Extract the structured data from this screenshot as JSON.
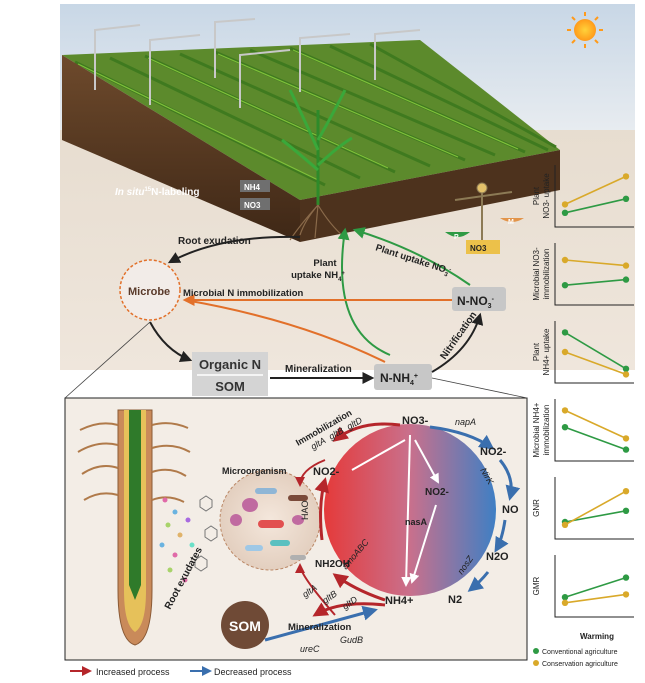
{
  "top": {
    "insitu": "In situ",
    "n15": "15",
    "labeling": "N-labeling",
    "nh4_tag": "NH4",
    "no3_tag": "NO3",
    "balance_p": "P",
    "balance_m": "M",
    "balance_no3": "NO3"
  },
  "cycle": {
    "root_exudation": "Root exudation",
    "plant_uptake_nh4": "Plant uptake NH4+",
    "plant_uptake_nh4_line1": "Plant",
    "plant_uptake_nh4_line2": "uptake NH",
    "plant_uptake_no3": "Plant uptake NO",
    "microbe": "Microbe",
    "microbial_immobilization": "Microbial N immobilization",
    "n_no3": "N-NO",
    "organic_n": "Organic N",
    "som": "SOM",
    "mineralization": "Mineralization",
    "n_nh4": "N-NH",
    "nitrification": "Nitrification"
  },
  "detail": {
    "immobilization": "Immobilization",
    "gene_glta": "gltA",
    "gene_gltb": "gltB",
    "gene_gltd": "gltD",
    "no3": "NO3-",
    "napA": "napA",
    "no2_right": "NO2-",
    "nirk": "NirK",
    "no": "NO",
    "n2o": "N2O",
    "nosz": "nosZ",
    "n2": "N2",
    "nh4": "NH4+",
    "nasA": "nasA",
    "no2_center": "NO2-",
    "no2_left": "NO2-",
    "hao": "HAO",
    "nh2oh": "NH2OH",
    "amoabc": "amoABC",
    "gene_glta2": "gltA",
    "gene_gltb2": "gltB",
    "gene_gltd2": "gltD",
    "microorganism": "Microorganism",
    "root_exudates": "Root exudates",
    "som": "SOM",
    "mineralization": "Mineralization",
    "urec": "ureC",
    "gudb": "GudB"
  },
  "legend_bottom": {
    "increased": "Increased process",
    "decreased": "Decreased process",
    "increased_color": "#b5262b",
    "decreased_color": "#3a6fae"
  },
  "panels": {
    "xlabel": "Warming",
    "labels": [
      {
        "l1": "Plant",
        "l2": "NO3- uptake"
      },
      {
        "l1": "Microbial NO3-",
        "l2": "immobilization"
      },
      {
        "l1": "Plant",
        "l2": "NH4+ uptake"
      },
      {
        "l1": "Microbial NH4+",
        "l2": "immobilization"
      },
      {
        "l1": "GNR",
        "l2": ""
      },
      {
        "l1": "GMR",
        "l2": ""
      }
    ],
    "legend": [
      {
        "label": "Conventional agriculture",
        "color": "#2e9a44"
      },
      {
        "label": "Conservation agriculture",
        "color": "#d9a92a"
      }
    ]
  },
  "chart_data": {
    "type": "line",
    "xlabel": "Warming",
    "panels": [
      {
        "ylabel": "Plant NO3- uptake",
        "series": [
          {
            "name": "Conventional agriculture",
            "values": [
              0.2,
              0.45
            ]
          },
          {
            "name": "Conservation agriculture",
            "values": [
              0.35,
              0.85
            ]
          }
        ]
      },
      {
        "ylabel": "Microbial NO3- immobilization",
        "series": [
          {
            "name": "Conventional agriculture",
            "values": [
              0.3,
              0.4
            ]
          },
          {
            "name": "Conservation agriculture",
            "values": [
              0.75,
              0.65
            ]
          }
        ]
      },
      {
        "ylabel": "Plant NH4+ uptake",
        "series": [
          {
            "name": "Conventional agriculture",
            "values": [
              0.85,
              0.2
            ]
          },
          {
            "name": "Conservation agriculture",
            "values": [
              0.5,
              0.1
            ]
          }
        ]
      },
      {
        "ylabel": "Microbial NH4+ immobilization",
        "series": [
          {
            "name": "Conventional agriculture",
            "values": [
              0.55,
              0.15
            ]
          },
          {
            "name": "Conservation agriculture",
            "values": [
              0.85,
              0.35
            ]
          }
        ]
      },
      {
        "ylabel": "GNR",
        "series": [
          {
            "name": "Conventional agriculture",
            "values": [
              0.25,
              0.45
            ]
          },
          {
            "name": "Conservation agriculture",
            "values": [
              0.2,
              0.8
            ]
          }
        ]
      },
      {
        "ylabel": "GMR",
        "series": [
          {
            "name": "Conventional agriculture",
            "values": [
              0.3,
              0.65
            ]
          },
          {
            "name": "Conservation agriculture",
            "values": [
              0.2,
              0.35
            ]
          }
        ]
      }
    ]
  }
}
